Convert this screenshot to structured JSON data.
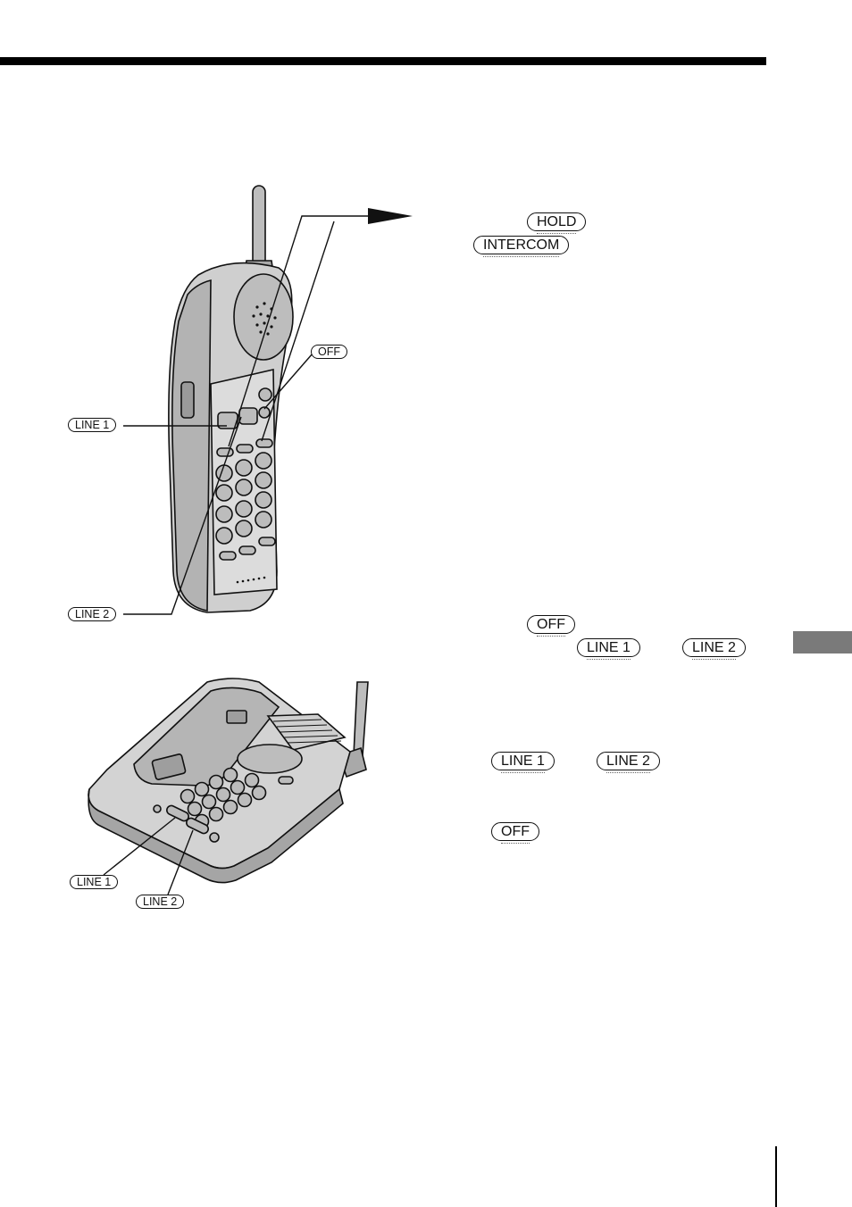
{
  "callouts": {
    "handset": {
      "off": "OFF",
      "line1": "LINE 1",
      "line2": "LINE 2"
    },
    "base": {
      "line1": "LINE 1",
      "line2": "LINE 2"
    }
  },
  "text_column": {
    "hold_key": "HOLD",
    "intercom_key": "INTERCOM",
    "off_key_1": "OFF",
    "line1_key_1": "LINE 1",
    "line2_key_1": "LINE 2",
    "line1_key_2": "LINE 1",
    "line2_key_2": "LINE 2",
    "off_key_2": "OFF"
  },
  "colors": {
    "rule": "#000000",
    "side_tab": "#7a7a7a",
    "handset_body": "#c9c9c9",
    "base_body": "#c4c4c4"
  }
}
